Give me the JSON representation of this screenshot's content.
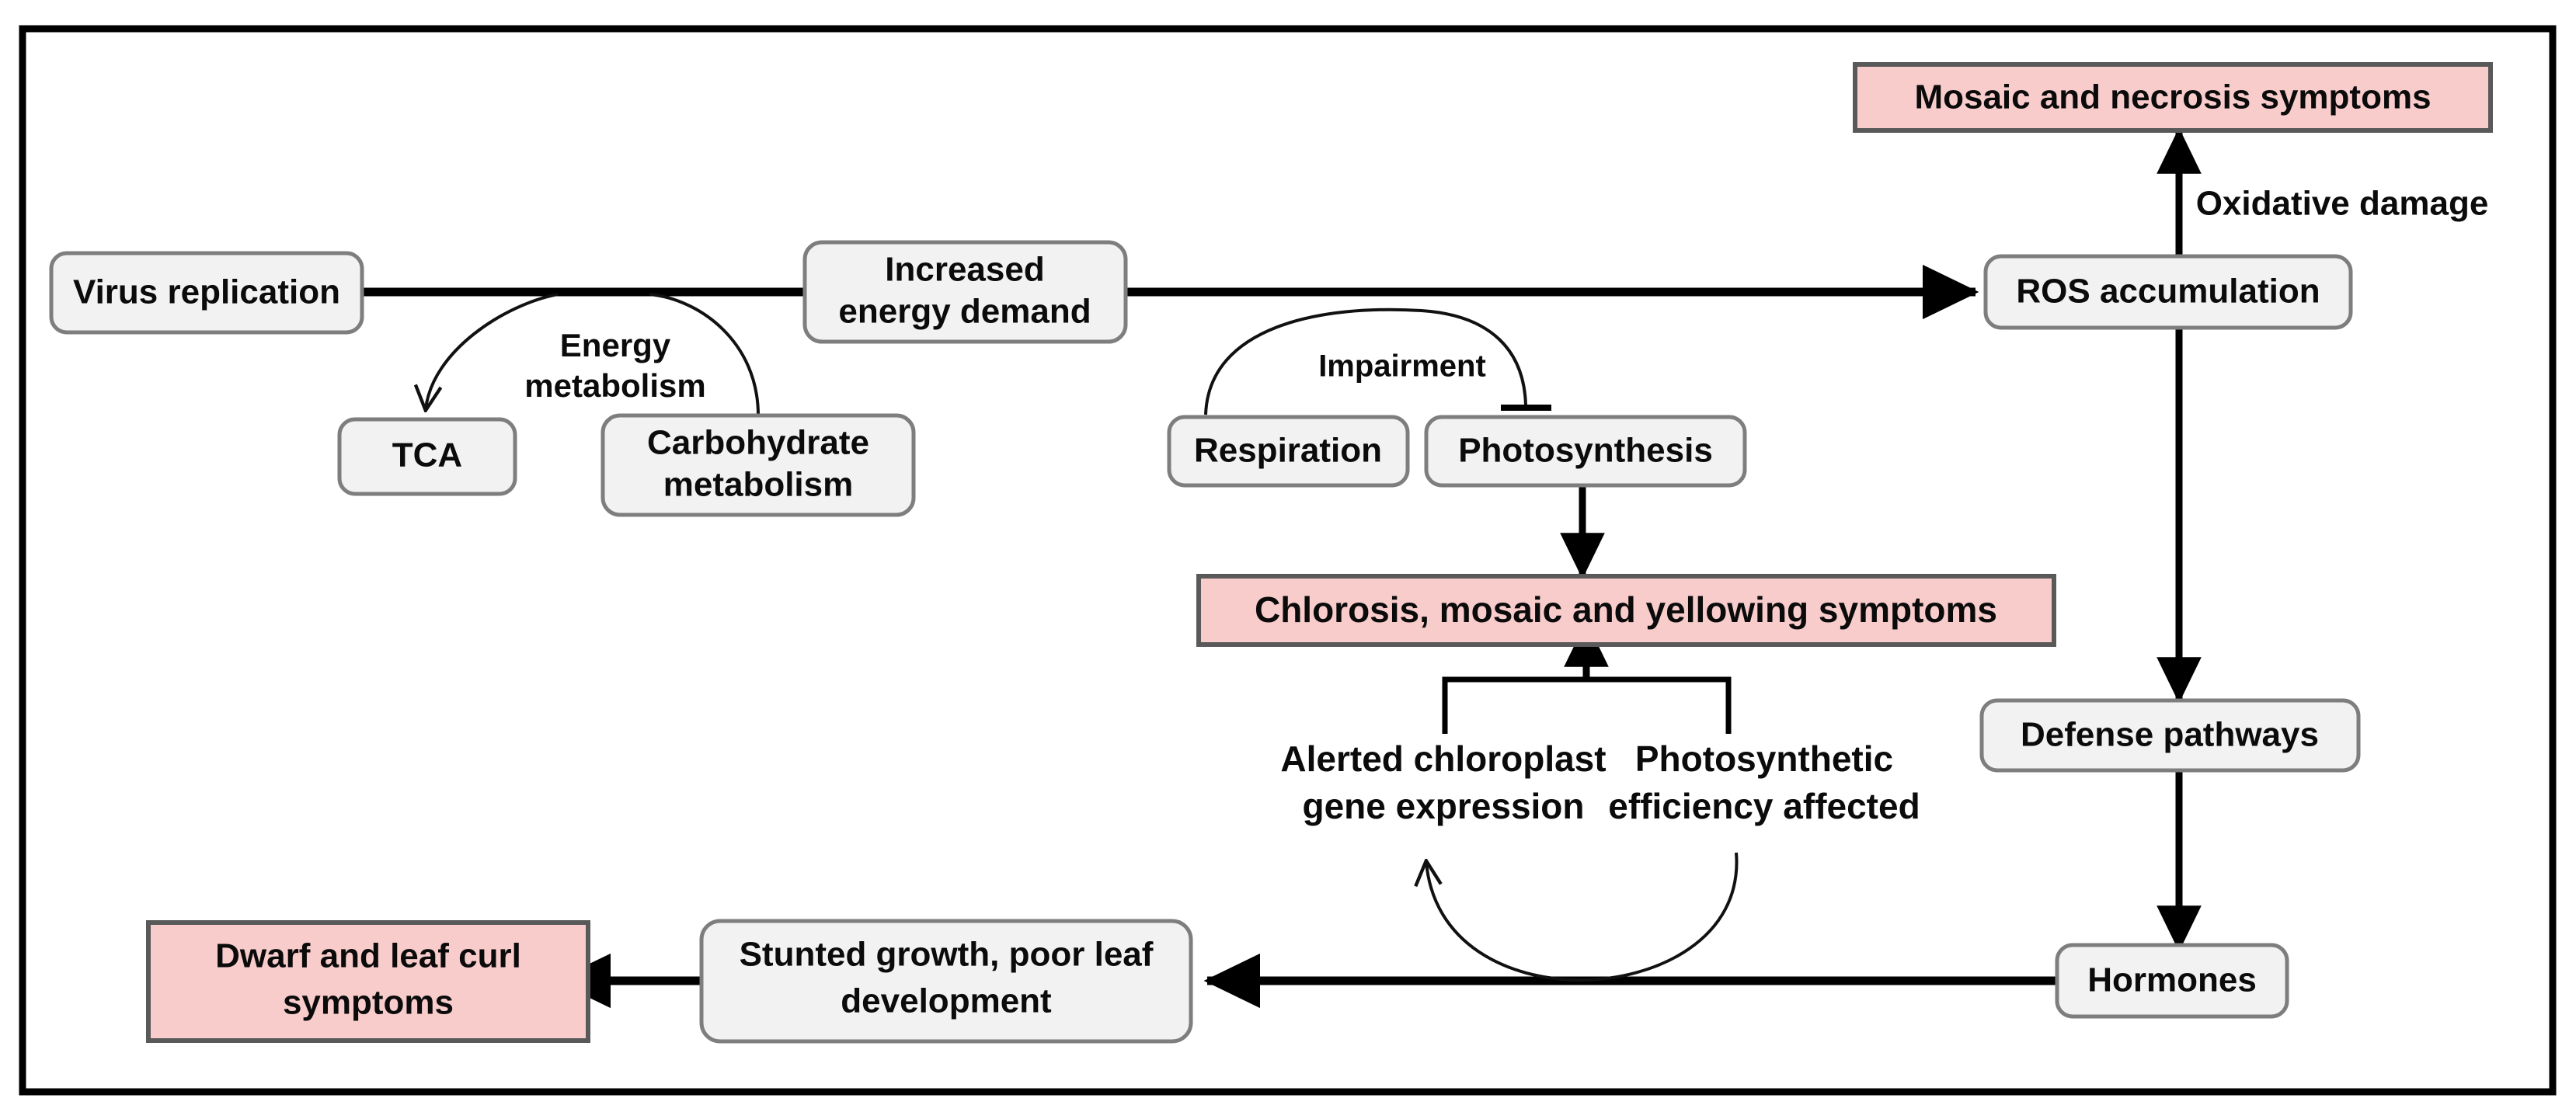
{
  "figure": {
    "title": "Virus infection physiological response pathway diagram",
    "frame_border_color": "#000000",
    "background": "#ffffff"
  },
  "style": {
    "node_fill_gray": "#F2F2F2",
    "node_border_gray": "#7E7E7E",
    "symptom_fill_pink": "#F9CCCC",
    "symptom_border": "#595959",
    "arrow_color": "#000000",
    "text_color": "#0B0B0B"
  },
  "nodes": [
    {
      "id": "virus_replication",
      "label": "Virus replication",
      "lines": [
        "Virus replication"
      ],
      "type": "process",
      "shape": "rounded"
    },
    {
      "id": "increased_energy",
      "label": "Increased energy demand",
      "lines": [
        "Increased",
        "energy demand"
      ],
      "type": "process",
      "shape": "rounded"
    },
    {
      "id": "tca",
      "label": "TCA",
      "lines": [
        "TCA"
      ],
      "type": "process",
      "shape": "rounded"
    },
    {
      "id": "carbohydrate",
      "label": "Carbohydrate metabolism",
      "lines": [
        "Carbohydrate",
        "metabolism"
      ],
      "type": "process",
      "shape": "rounded"
    },
    {
      "id": "respiration",
      "label": "Respiration",
      "lines": [
        "Respiration"
      ],
      "type": "process",
      "shape": "rounded"
    },
    {
      "id": "photosynthesis",
      "label": "Photosynthesis",
      "lines": [
        "Photosynthesis"
      ],
      "type": "process",
      "shape": "rounded"
    },
    {
      "id": "ros_accumulation",
      "label": "ROS accumulation",
      "lines": [
        "ROS accumulation"
      ],
      "type": "process",
      "shape": "rounded"
    },
    {
      "id": "defense_pathways",
      "label": "Defense pathways",
      "lines": [
        "Defense pathways"
      ],
      "type": "process",
      "shape": "rounded"
    },
    {
      "id": "hormones",
      "label": "Hormones",
      "lines": [
        "Hormones"
      ],
      "type": "process",
      "shape": "rounded"
    },
    {
      "id": "stunted_growth",
      "label": "Stunted growth, poor leaf development",
      "lines": [
        "Stunted growth, poor leaf",
        "development"
      ],
      "type": "process",
      "shape": "rounded"
    },
    {
      "id": "mosaic_necrosis",
      "label": "Mosaic and necrosis symptoms",
      "lines": [
        "Mosaic and necrosis symptoms"
      ],
      "type": "symptom",
      "shape": "rect"
    },
    {
      "id": "chlorosis",
      "label": "Chlorosis, mosaic and yellowing symptoms",
      "lines": [
        "Chlorosis, mosaic and yellowing symptoms"
      ],
      "type": "symptom",
      "shape": "rect"
    },
    {
      "id": "dwarf_leafcurl",
      "label": "Dwarf and leaf curl symptoms",
      "lines": [
        "Dwarf and leaf curl",
        "symptoms"
      ],
      "type": "symptom",
      "shape": "rect"
    }
  ],
  "free_labels": [
    {
      "id": "alerted_chloroplast",
      "label": "Alerted chloroplast gene expression",
      "lines": [
        "Alerted chloroplast",
        "gene expression"
      ]
    },
    {
      "id": "photosynthetic_eff",
      "label": "Photosynthetic efficiency affected",
      "lines": [
        "Photosynthetic",
        "efficiency affected"
      ]
    }
  ],
  "edge_labels": [
    {
      "id": "energy_metabolism",
      "label": "Energy metabolism",
      "lines": [
        "Energy",
        "metabolism"
      ]
    },
    {
      "id": "impairment",
      "label": "Impairment",
      "lines": [
        "Impairment"
      ]
    },
    {
      "id": "oxidative_damage",
      "label": "Oxidative damage",
      "lines": [
        "Oxidative damage"
      ]
    }
  ],
  "edges": [
    {
      "from": "increased_energy",
      "to": "virus_replication",
      "kind": "arrow",
      "label": ""
    },
    {
      "from": "carbohydrate",
      "to": "tca",
      "kind": "curve-arrow",
      "label": "Energy metabolism"
    },
    {
      "from": "increased_energy",
      "to": "ros_accumulation",
      "kind": "arrow",
      "label": ""
    },
    {
      "from": "respiration",
      "to": "photosynthesis",
      "kind": "curve-inhibit",
      "label": "Impairment"
    },
    {
      "from": "ros_accumulation",
      "to": "mosaic_necrosis",
      "kind": "arrow",
      "label": "Oxidative damage"
    },
    {
      "from": "ros_accumulation",
      "to": "defense_pathways",
      "kind": "arrow",
      "label": ""
    },
    {
      "from": "defense_pathways",
      "to": "hormones",
      "kind": "arrow",
      "label": ""
    },
    {
      "from": "photosynthesis",
      "to": "chlorosis",
      "kind": "arrow",
      "label": ""
    },
    {
      "from": "bracket",
      "to": "chlorosis",
      "kind": "bracket-arrow",
      "label": ""
    },
    {
      "from": "hormones",
      "to": "stunted_growth",
      "kind": "arrow",
      "label": ""
    },
    {
      "from": "stunted_growth",
      "to": "dwarf_leafcurl",
      "kind": "arrow",
      "label": ""
    },
    {
      "from": "photosynthetic_eff",
      "to": "alerted_chloroplast",
      "kind": "curve-arrow",
      "label": ""
    }
  ]
}
